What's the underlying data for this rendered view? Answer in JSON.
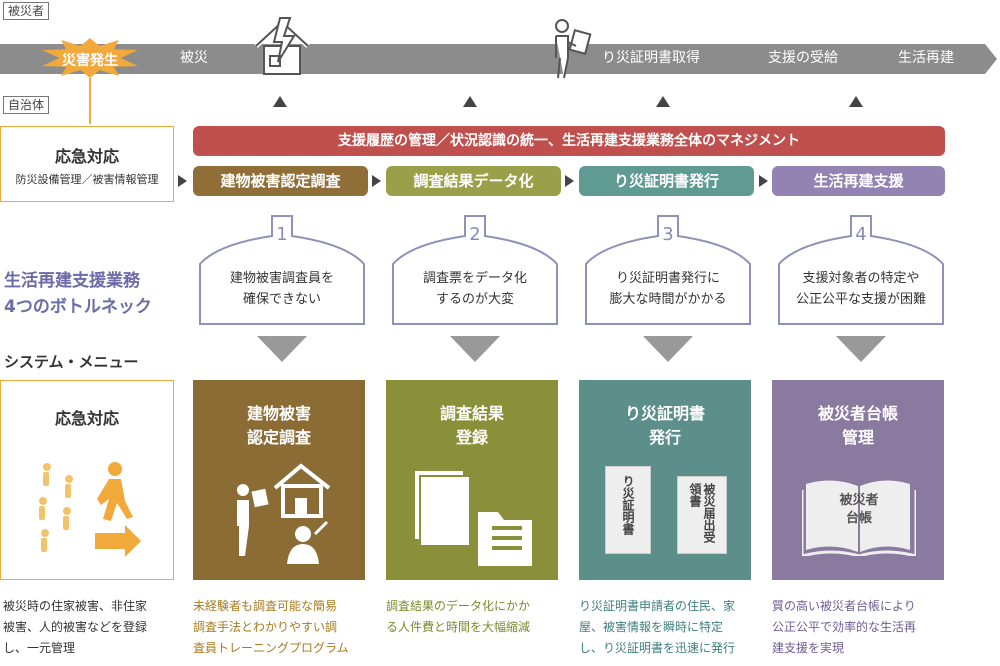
{
  "rows": {
    "victim": "被災者",
    "municipality": "自治体"
  },
  "timeline": {
    "disaster": "災害発生",
    "affected": "被災",
    "certificate_get": "り災証明書取得",
    "support_receive": "支援の受給",
    "rebuild": "生活再建"
  },
  "management_bar": "支援履歴の管理／状況認識の統一、生活再建支援業務全体のマネジメント",
  "emergency": {
    "title": "応急対応",
    "subtitle": "防災設備管理／被害情報管理"
  },
  "phases": [
    "建物被害認定調査",
    "調査結果データ化",
    "り災証明書発行",
    "生活再建支援"
  ],
  "bottleneck_title": [
    "生活再建支援業務",
    "4つのボトルネック"
  ],
  "bottlenecks": [
    {
      "num": "1",
      "lines": [
        "建物被害調査員を",
        "確保できない"
      ]
    },
    {
      "num": "2",
      "lines": [
        "調査票をデータ化",
        "するのが大変"
      ]
    },
    {
      "num": "3",
      "lines": [
        "り災証明書発行に",
        "膨大な時間がかかる"
      ]
    },
    {
      "num": "4",
      "lines": [
        "支援対象者の特定や",
        "公正公平な支援が困難"
      ]
    }
  ],
  "system_menu_title": "システム・メニュー",
  "system_cards": [
    {
      "title": "応急対応",
      "lines": [
        "応急対応"
      ]
    },
    {
      "lines": [
        "建物被害",
        "認定調査"
      ]
    },
    {
      "lines": [
        "調査結果",
        "登録"
      ]
    },
    {
      "lines": [
        "り災証明書",
        "発行"
      ],
      "doc1": "り災証明書",
      "doc2": "被災届出受領書"
    },
    {
      "lines": [
        "被災者台帳",
        "管理"
      ],
      "book": [
        "被災者",
        "台帳"
      ]
    }
  ],
  "descriptions": [
    [
      "被災時の住家被害、非住家",
      "被害、人的被害などを登録",
      "し、一元管理"
    ],
    [
      "未経験者も調査可能な簡易",
      "調査手法とわかりやすい調",
      "査員トレーニングプログラム"
    ],
    [
      "調査結果のデータ化にかか",
      "る人件費と時間を大幅縮減"
    ],
    [
      "り災証明書申請者の住民、家",
      "屋、被害情報を瞬時に特定",
      "し、り災証明書を迅速に発行"
    ],
    [
      "質の高い被災者台帳により",
      "公正公平で効率的な生活再",
      "建支援を実現"
    ]
  ],
  "colors": {
    "timeline": "#8c8c8c",
    "burst": "#f2a93b",
    "management": "#c0504d",
    "phase1": "#8f6e37",
    "phase2": "#9aa04a",
    "phase3": "#5f9a93",
    "phase4": "#9283b2",
    "card1": "#8b6c35",
    "card2": "#8a8f3a",
    "card3": "#5d8f8a",
    "card4": "#8b7aa0",
    "desc1": "#a87a1e",
    "desc2": "#7c8a2c",
    "desc3": "#3f7f7f",
    "desc4": "#6e5d95",
    "bottleneck_title": "#6b6ba8"
  }
}
